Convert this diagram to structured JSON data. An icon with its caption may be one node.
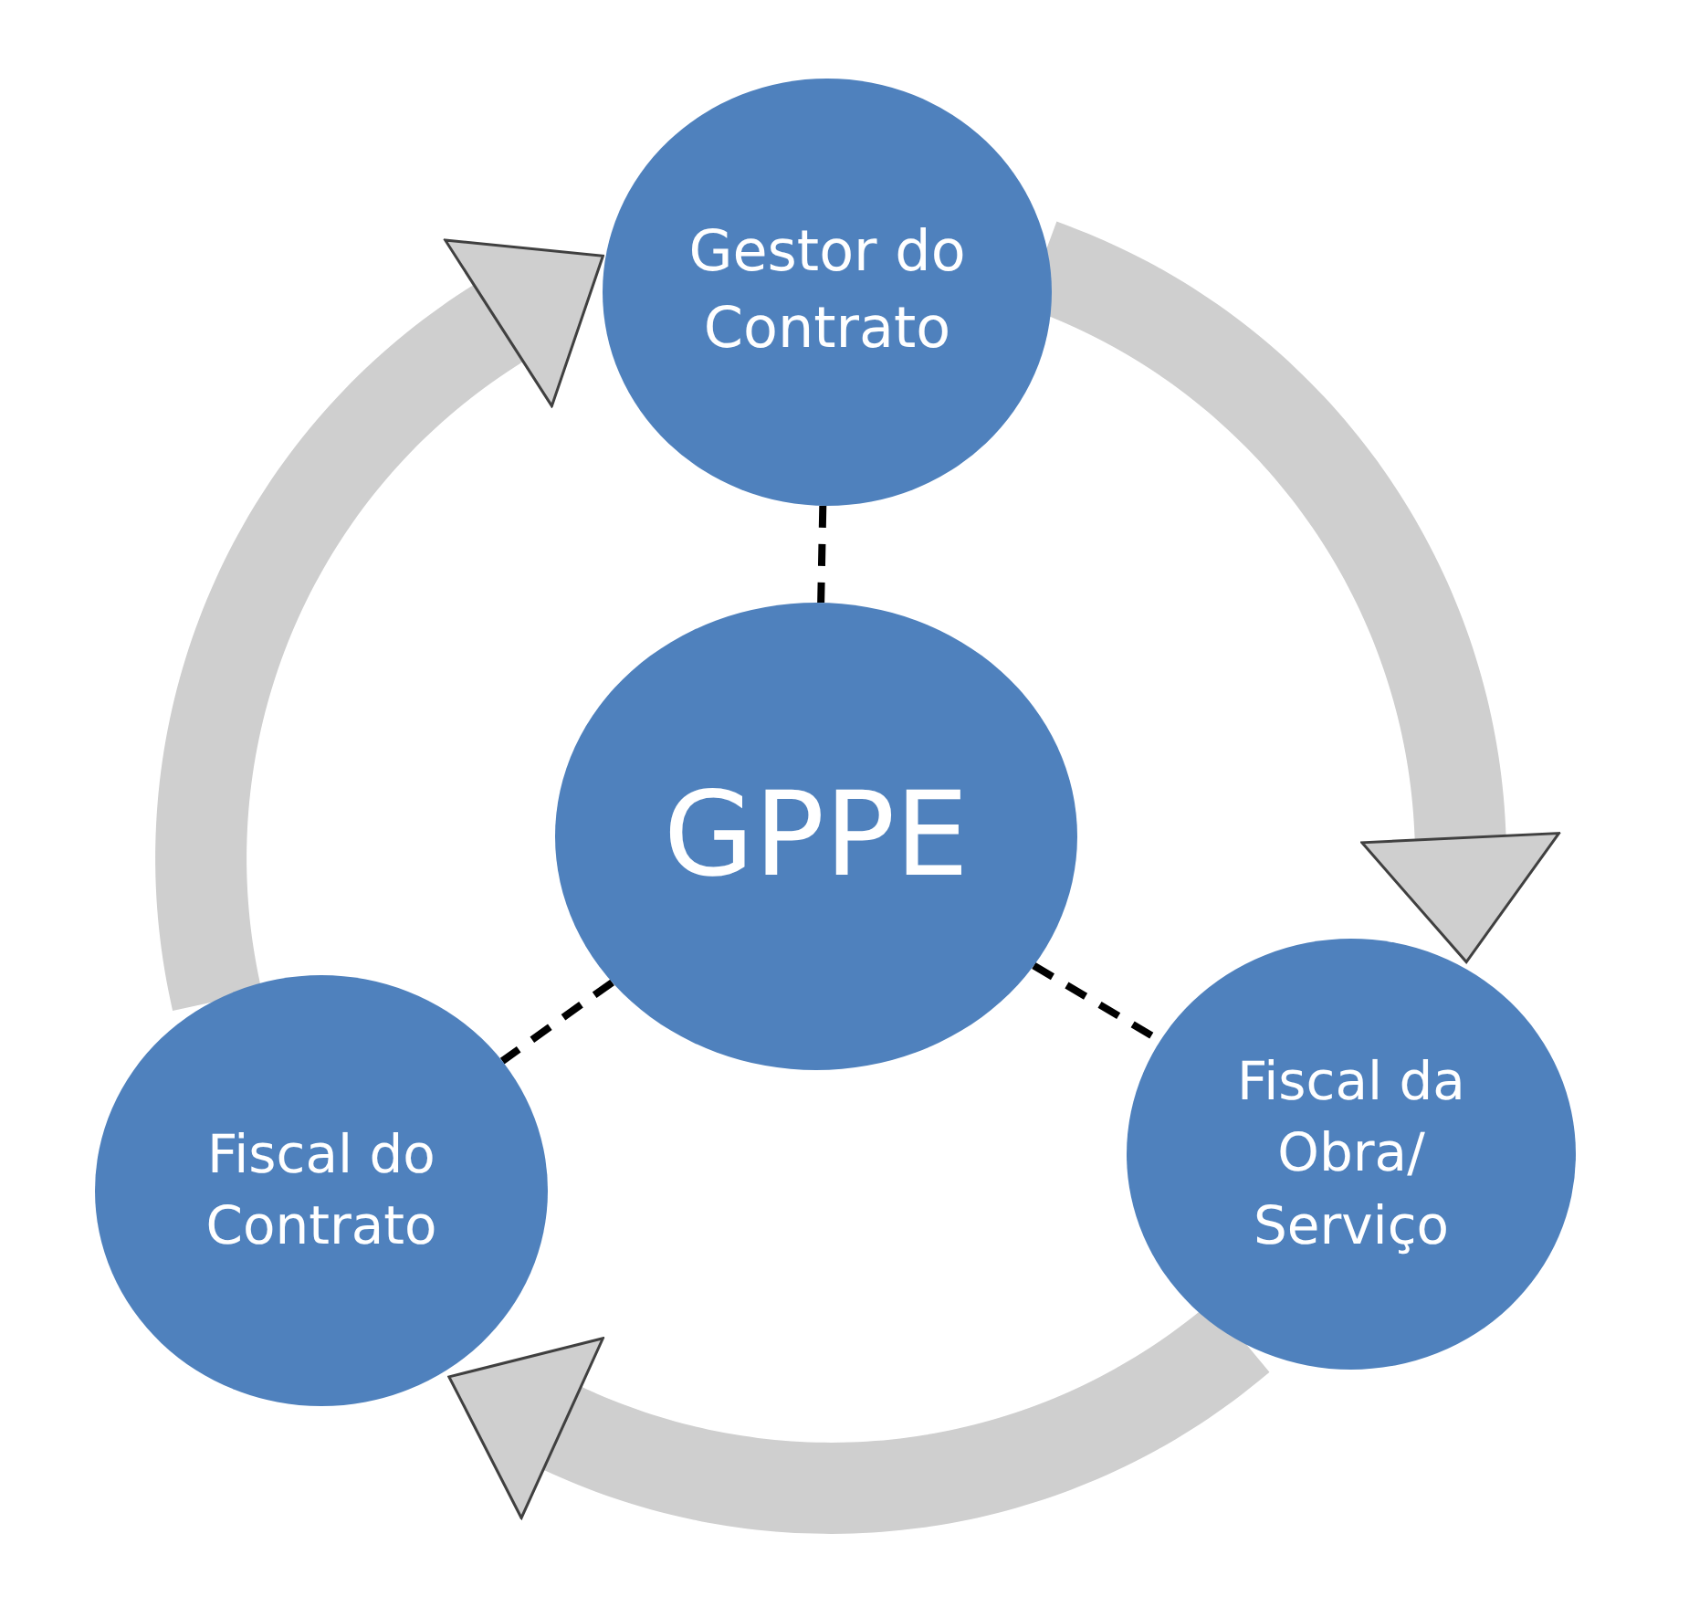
{
  "diagram": {
    "nodes": [
      {
        "text": [
          "Gestor do Contrato"
        ]
      },
      {
        "text": [
          "GPPE"
        ]
      },
      {
        "text": [
          "Fiscal da Obra/ Serviço"
        ]
      },
      {
        "text": [
          "Fiscal do Contrato"
        ]
      }
    ],
    "edges": [
      {
        "from": 0,
        "to": 1,
        "arrow": "none",
        "style": "dashed"
      },
      {
        "from": 1,
        "to": 2,
        "arrow": "none",
        "style": "dashed"
      },
      {
        "from": 1,
        "to": 3,
        "arrow": "none",
        "style": "dashed"
      },
      {
        "from": 0,
        "to": 2,
        "arrow": "to",
        "style": "thick",
        "color": "#cfcfcf"
      },
      {
        "from": 2,
        "to": 3,
        "arrow": "to",
        "style": "thick",
        "color": "#cfcfcf"
      },
      {
        "from": 3,
        "to": 0,
        "arrow": "to",
        "style": "thick",
        "color": "#cfcfcf"
      }
    ]
  }
}
